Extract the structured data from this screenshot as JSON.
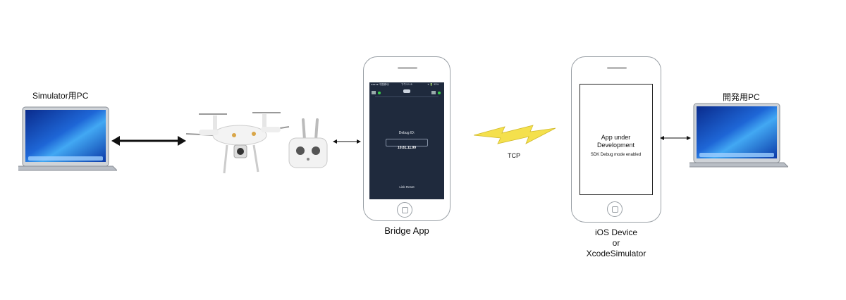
{
  "nodes": {
    "simulator_pc": {
      "label": "Simulator用PC"
    },
    "bridge_app": {
      "label": "Bridge App",
      "screen": {
        "status_left": "●●●●● 中国移动",
        "status_time": "下午12:15",
        "status_right": "✦ 🔋 93%",
        "debug_id_label": "Debug ID:",
        "debug_id_value": "10.81.11.99",
        "link_reset": "Link Reset"
      }
    },
    "ios_device": {
      "label_line1": "iOS Device",
      "label_line2": "or",
      "label_line3": "XcodeSimulator",
      "screen": {
        "title_line1": "App under",
        "title_line2": "Development",
        "sdk_text": "SDK Debug mode enabled"
      }
    },
    "dev_pc": {
      "label": "開発用PC"
    }
  },
  "connections": {
    "tcp_label": "TCP"
  },
  "colors": {
    "bridge_screen": "#1f2a3d",
    "lightning": "#f4e04d",
    "arrow": "#111111"
  }
}
